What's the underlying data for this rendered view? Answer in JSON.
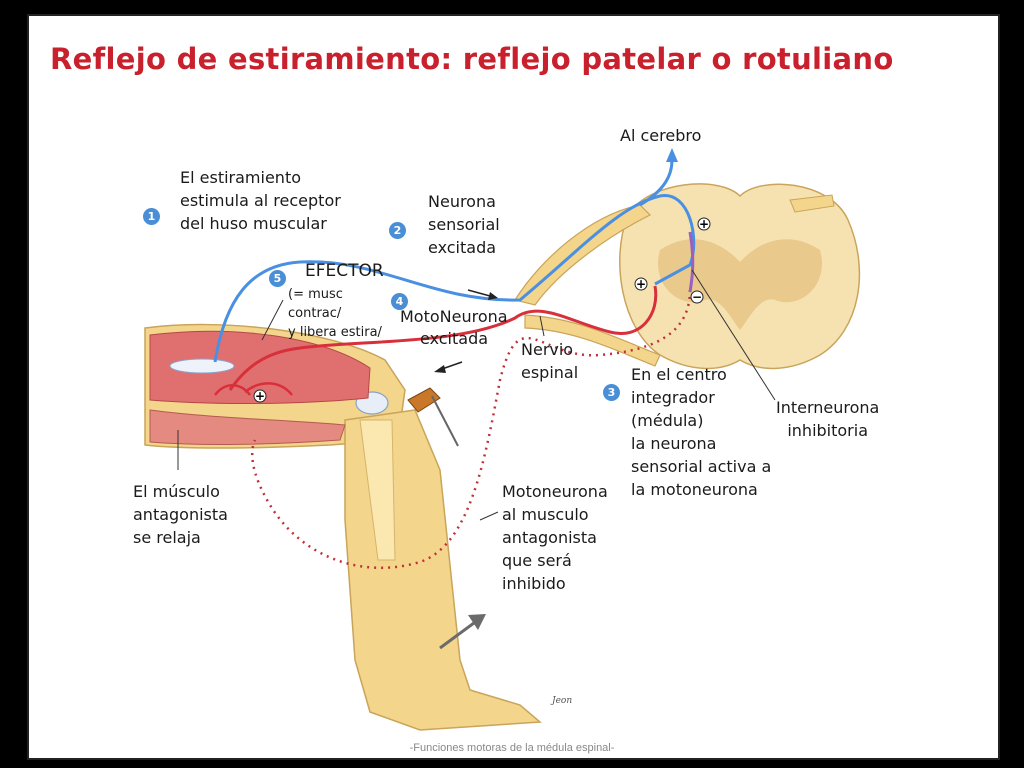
{
  "title": "Reflejo de estiramiento: reflejo patelar o rotuliano",
  "labels": {
    "al_cerebro": "Al cerebro",
    "step1": [
      "El estiramiento",
      "estimula al receptor",
      "del huso muscular"
    ],
    "step2": [
      "Neurona",
      "sensorial",
      "excitada"
    ],
    "efector": "EFECTOR",
    "step5": [
      "(= musc",
      "contrac/",
      "y libera estira/"
    ],
    "step4": [
      "MotoNeurona",
      "excitada"
    ],
    "nervio": [
      "Nervio",
      "espinal"
    ],
    "step3": [
      "En el centro",
      "integrador",
      "(médula)",
      "la neurona",
      "sensorial activa a",
      "la motoneurona"
    ],
    "interneurona": [
      "Interneurona",
      "inhibitoria"
    ],
    "antagonista": [
      "El músculo",
      "antagonista",
      "se relaja"
    ],
    "motoneurona_antag": [
      "Motoneurona",
      "al musculo",
      "antagonista",
      "que será",
      "inhibido"
    ]
  },
  "badges": {
    "b1": "1",
    "b2": "2",
    "b3": "3",
    "b4": "4",
    "b5": "5"
  },
  "signs": {
    "plus": "+",
    "minus": "−"
  },
  "signature": "Jeon",
  "footer": "-Funciones motoras de la médula espinal-",
  "colors": {
    "title": "#c8202c",
    "sensory_neuron": "#4a90e2",
    "motor_neuron": "#d8303a",
    "inhibitory_path": "#c0303a",
    "interneuron": "#9b5fc0",
    "badge": "#4a8fd6",
    "muscle": "#e07070",
    "bone_skin": "#f3d58c"
  }
}
